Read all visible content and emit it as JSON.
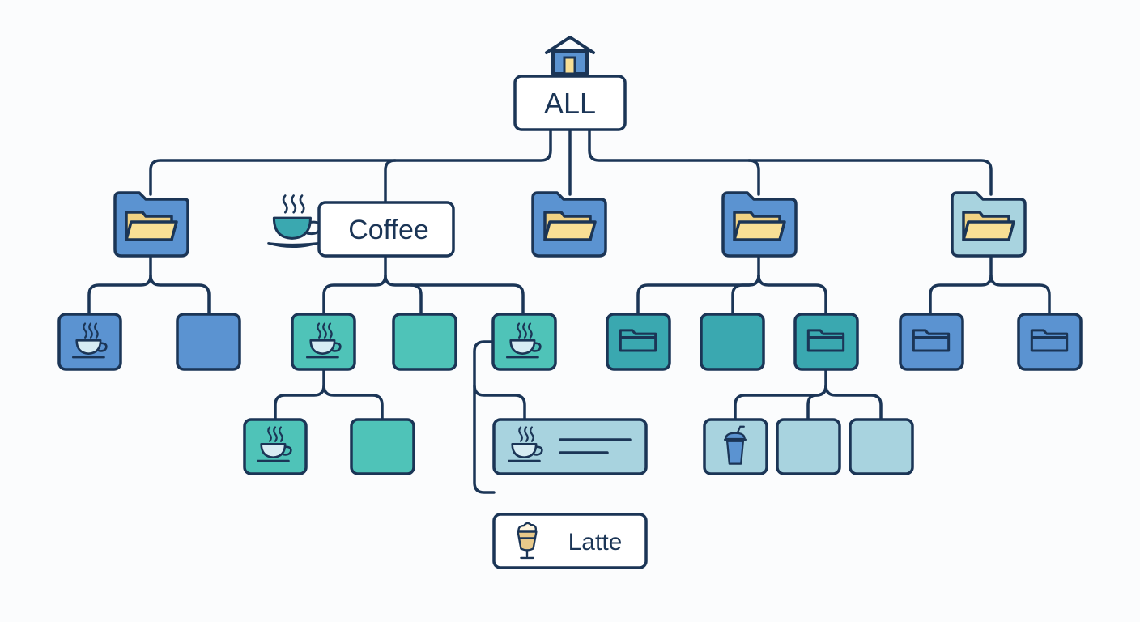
{
  "root": {
    "label": "ALL",
    "icon": "house-icon"
  },
  "category_label": "Coffee",
  "leaf_label": "Latte",
  "icons": {
    "folder": "folder-icon",
    "folder_open": "open-folder-icon",
    "cup": "coffee-cup-icon",
    "latte": "latte-glass-icon",
    "iced": "iced-drink-icon",
    "text_lines": "text-lines-icon"
  },
  "colors": {
    "stroke": "#1b3556",
    "blue": "#5b93d1",
    "teal": "#3aa8b0",
    "mint": "#4fc3b8",
    "light_teal": "#9fd3dc",
    "pale_blue": "#a8d3df",
    "cream": "#f8df95",
    "white": "#ffffff"
  }
}
